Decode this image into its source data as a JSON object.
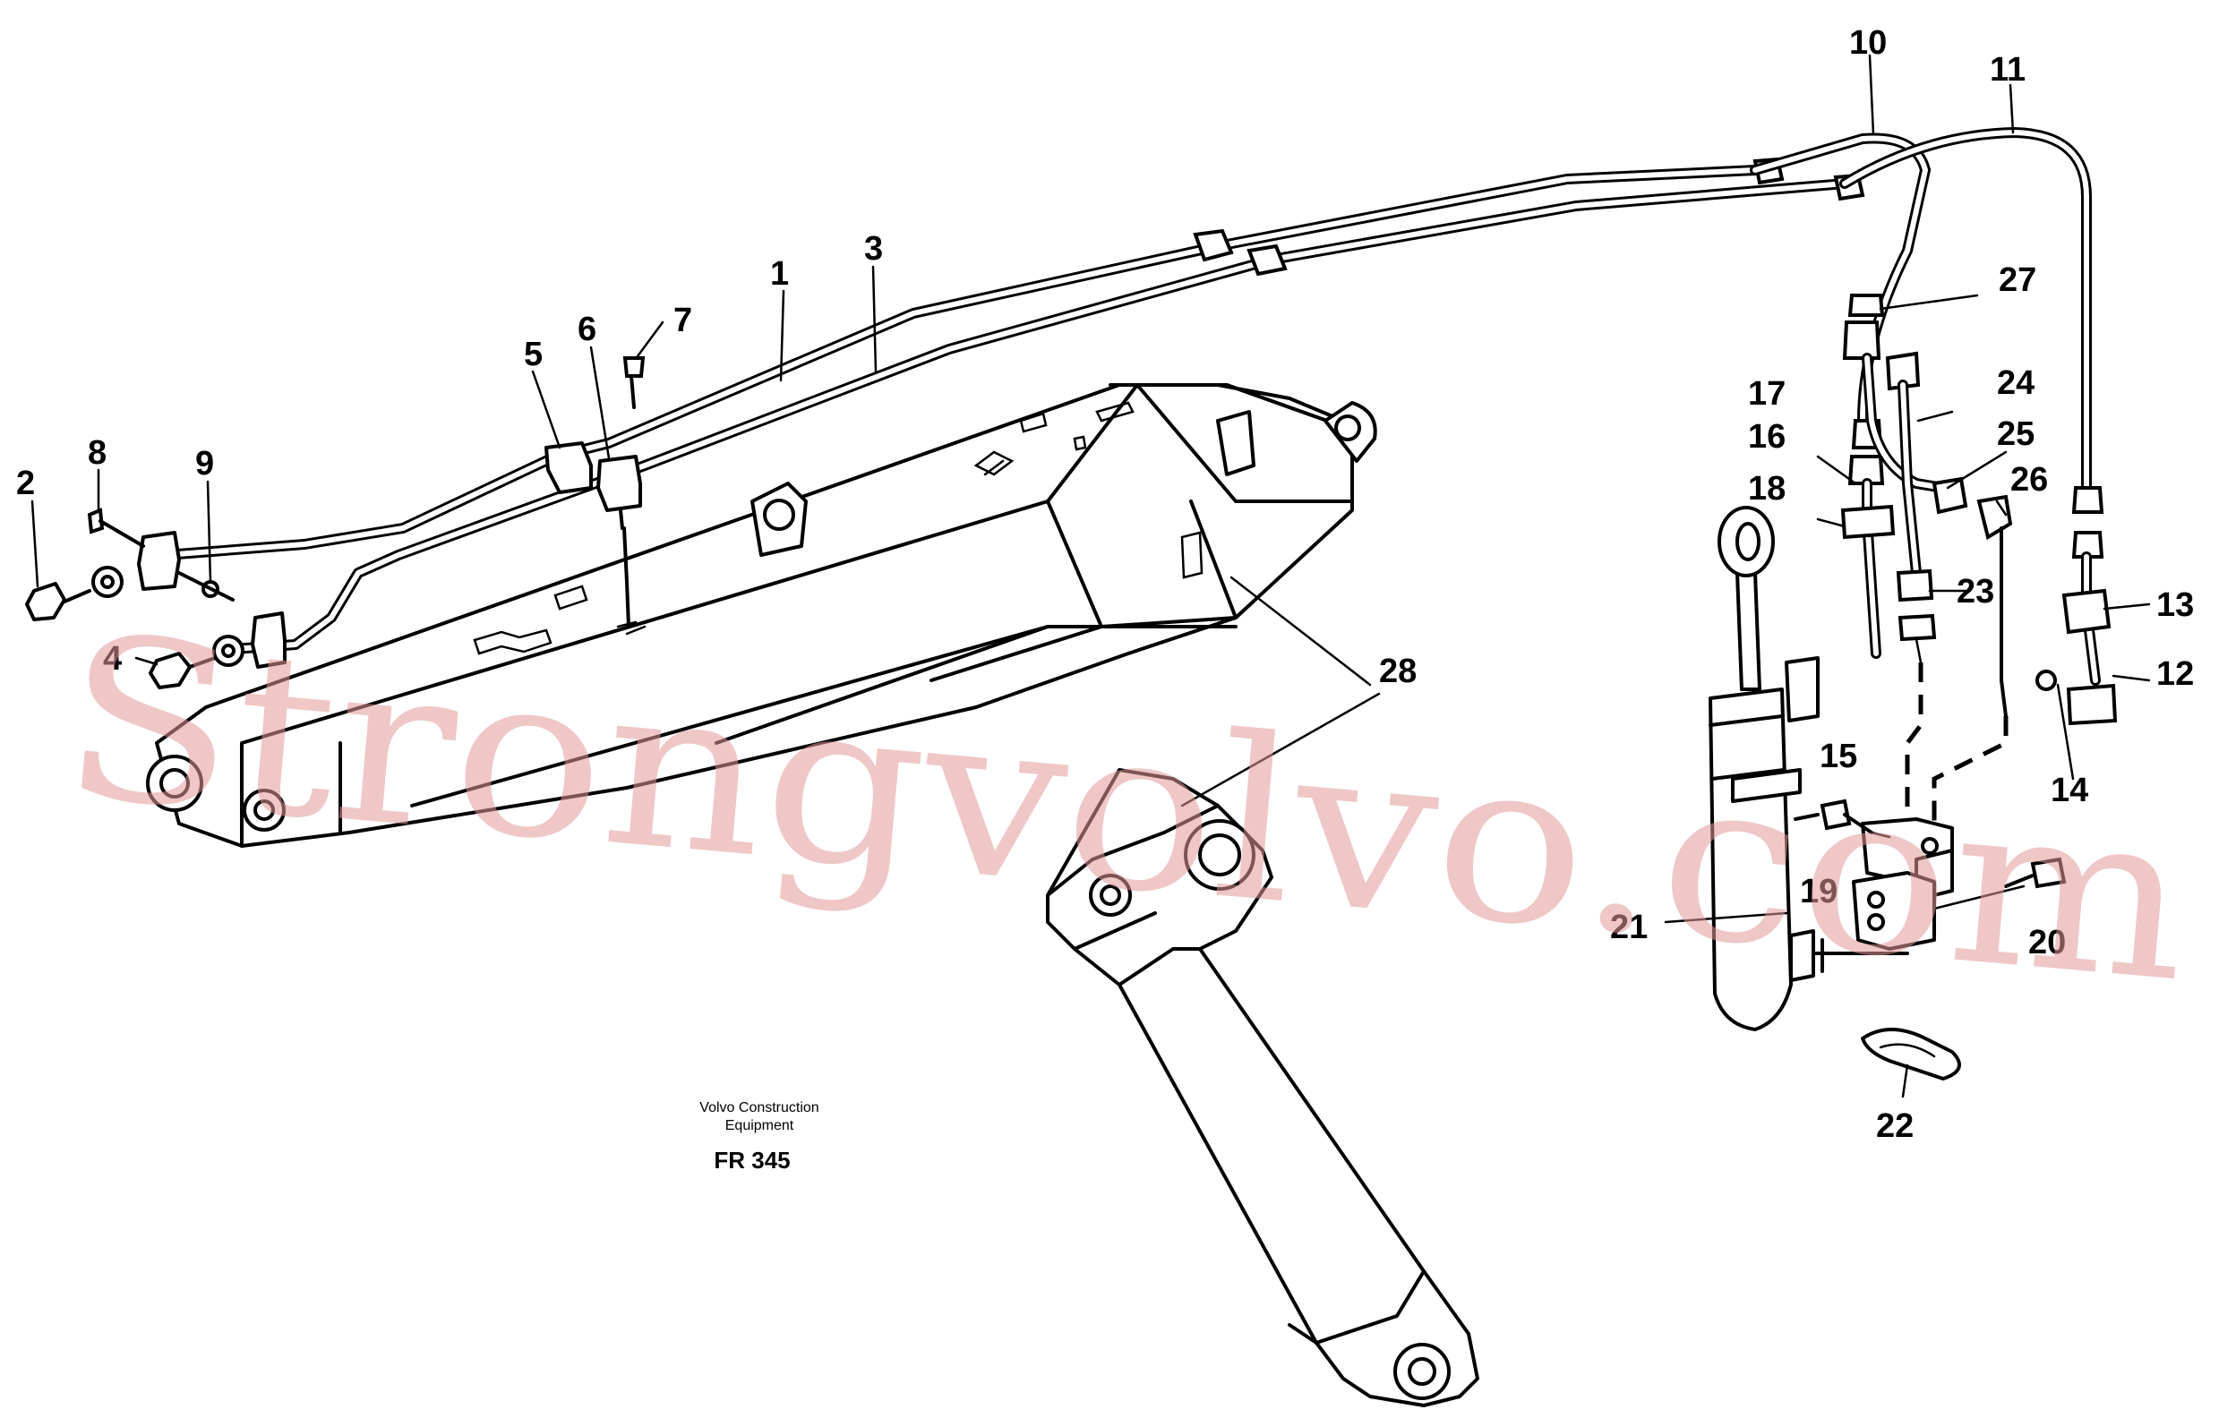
{
  "callouts": {
    "c1": "1",
    "c2": "2",
    "c3": "3",
    "c4": "4",
    "c5": "5",
    "c6": "6",
    "c7": "7",
    "c8": "8",
    "c9": "9",
    "c10": "10",
    "c11": "11",
    "c12": "12",
    "c13": "13",
    "c14": "14",
    "c15": "15",
    "c16": "16",
    "c17": "17",
    "c18": "18",
    "c19": "19",
    "c20": "20",
    "c21": "21",
    "c22": "22",
    "c23": "23",
    "c24": "24",
    "c25": "25",
    "c26": "26",
    "c27": "27",
    "c28": "28"
  },
  "caption": {
    "line1": "Volvo Construction",
    "line2": "Equipment",
    "code": "FR 345"
  },
  "watermark": "Strongvolvo.com"
}
